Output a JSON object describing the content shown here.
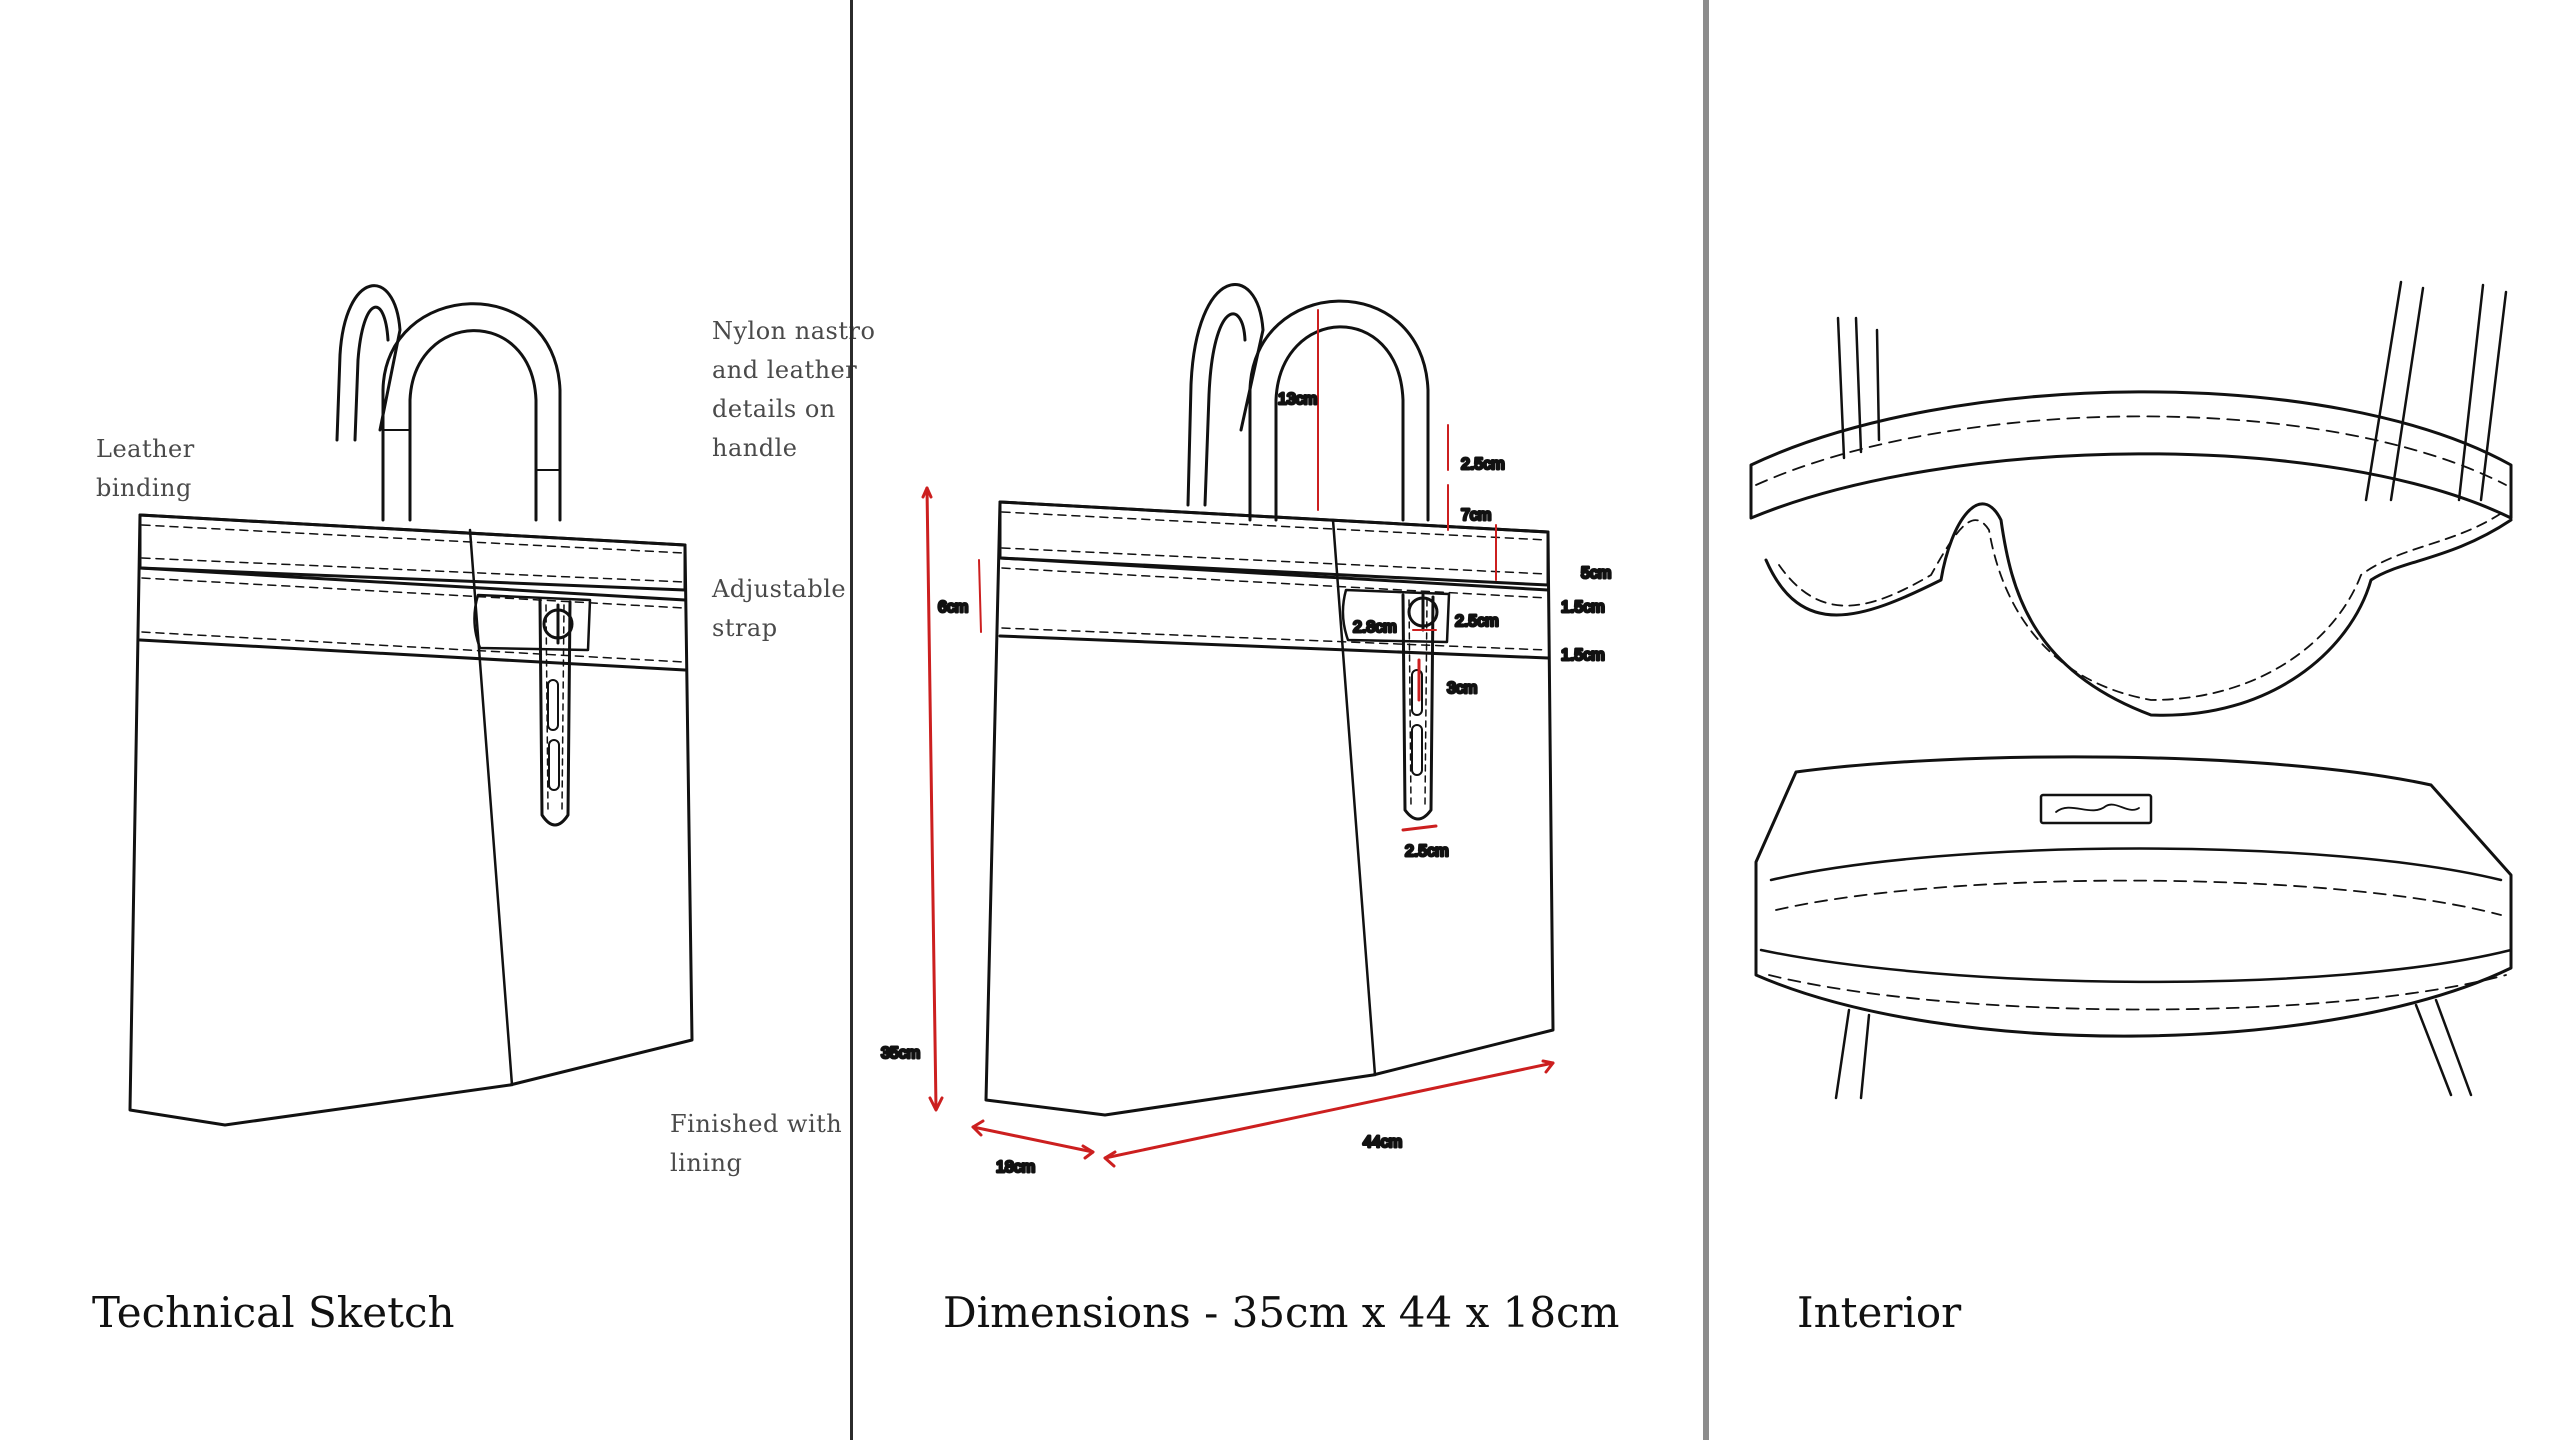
{
  "panels": {
    "sketch": {
      "caption": "Technical Sketch",
      "notes": {
        "leather_binding": [
          "Leather",
          "binding"
        ],
        "handle": [
          "Nylon nastro",
          "and leather",
          "details on",
          "handle"
        ],
        "strap": [
          "Adjustable",
          "strap"
        ],
        "lining": [
          "Finished with",
          "lining"
        ]
      }
    },
    "dimensions": {
      "caption": "Dimensions - 35cm x 44 x 18cm",
      "labels": {
        "height": "35cm",
        "width": "44cm",
        "depth": "18cm",
        "band": "6cm",
        "handle_drop": "13cm",
        "handle_tab": "2.5cm",
        "strap_top": "7cm",
        "top_band": "5cm",
        "binding_top": "1.5cm",
        "binding_bottom": "1.5cm",
        "buckle_width": "2.8cm",
        "buckle_height": "2.5cm",
        "slot": "3cm",
        "strap_width": "2.5cm"
      }
    },
    "interior": {
      "caption": "Interior"
    }
  },
  "colors": {
    "line": "#111111",
    "dimension": "#cc1f1f",
    "divider": "#2b2b2b",
    "divider_gray": "#8c8c8c"
  }
}
